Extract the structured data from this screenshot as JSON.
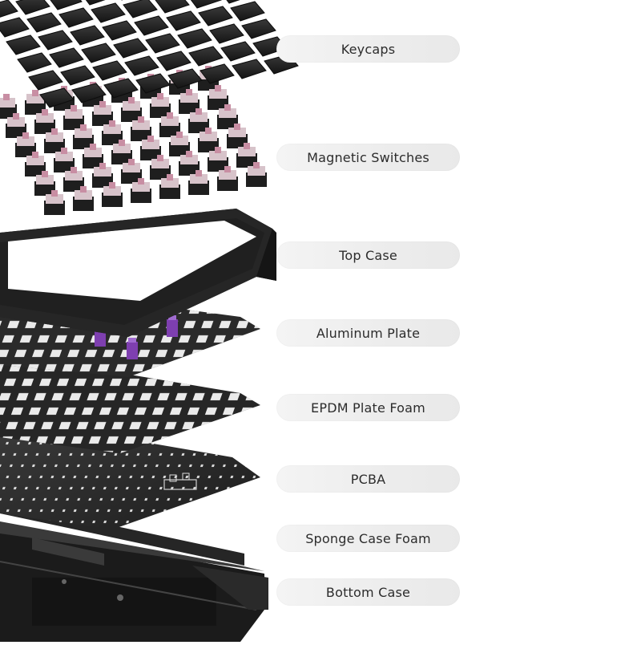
{
  "labels": {
    "keycaps": "Keycaps",
    "magnetic_switches": "Magnetic Switches",
    "top_case": "Top Case",
    "aluminum_plate": "Aluminum Plate",
    "epdm_plate_foam": "EPDM Plate Foam",
    "pcba": "PCBA",
    "sponge_case_foam": "Sponge Case Foam",
    "bottom_case": "Bottom Case"
  },
  "colors": {
    "background": "#ffffff",
    "pill": "#efefef",
    "label_text": "#2c2c2c",
    "keycap": "#1f1f1f",
    "switch_stem": "#c88ea3",
    "switch_housing": "#d7c3ca",
    "plate": "#2a2a2a",
    "stabilizer": "#7e3fb0"
  }
}
